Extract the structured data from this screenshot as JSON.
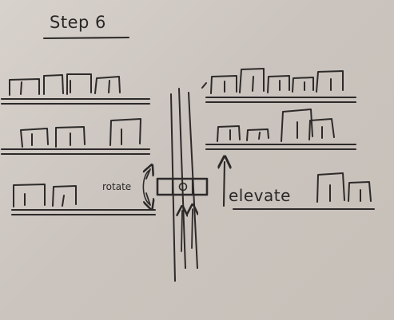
{
  "diagram": {
    "title": "Step 6",
    "labels": {
      "rotate": "rotate",
      "elevate": "elevate"
    }
  }
}
